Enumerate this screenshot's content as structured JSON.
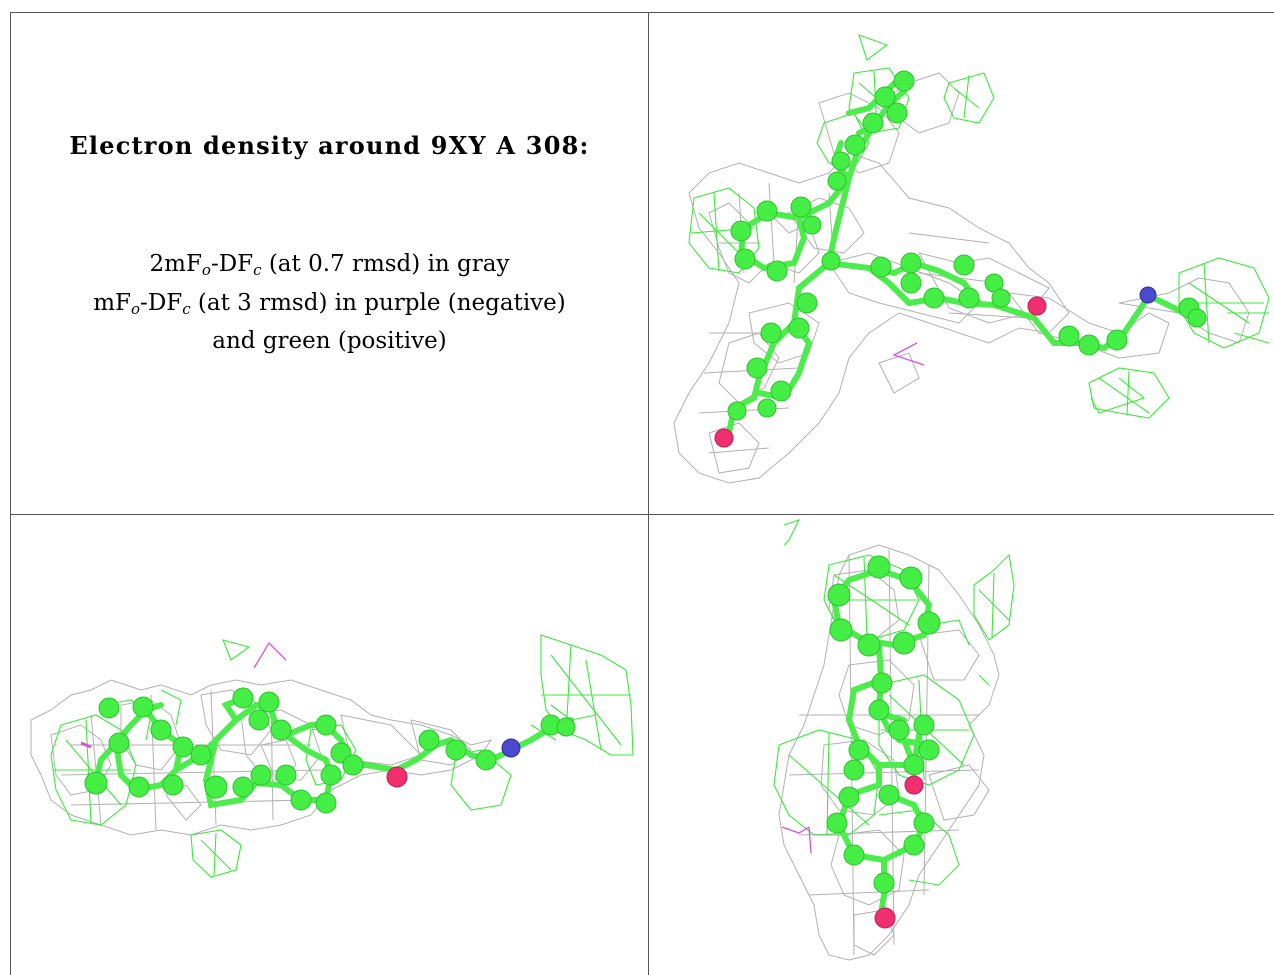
{
  "caption": {
    "title": "Electron density around 9XY A 308:",
    "line1": {
      "pre": "2mF",
      "sub1": "o",
      "mid": "-DF",
      "sub2": "c",
      "post": " (at 0.7 rmsd) in gray"
    },
    "line2": {
      "pre": "mF",
      "sub1": "o",
      "mid": "-DF",
      "sub2": "c",
      "post": " (at 3 rmsd) in purple (negative)"
    },
    "line3": "and green (positive)"
  },
  "colors": {
    "map_2fofc": "#a9a9a9",
    "map_fofc_negative": "#d455d4",
    "map_fofc_positive": "#3be83b",
    "carbon": "#44ee44",
    "oxygen": "#f0306e",
    "nitrogen": "#4a4ad0"
  },
  "panels": [
    {
      "id": "view-top-right"
    },
    {
      "id": "view-bottom-left"
    },
    {
      "id": "view-bottom-right"
    }
  ]
}
